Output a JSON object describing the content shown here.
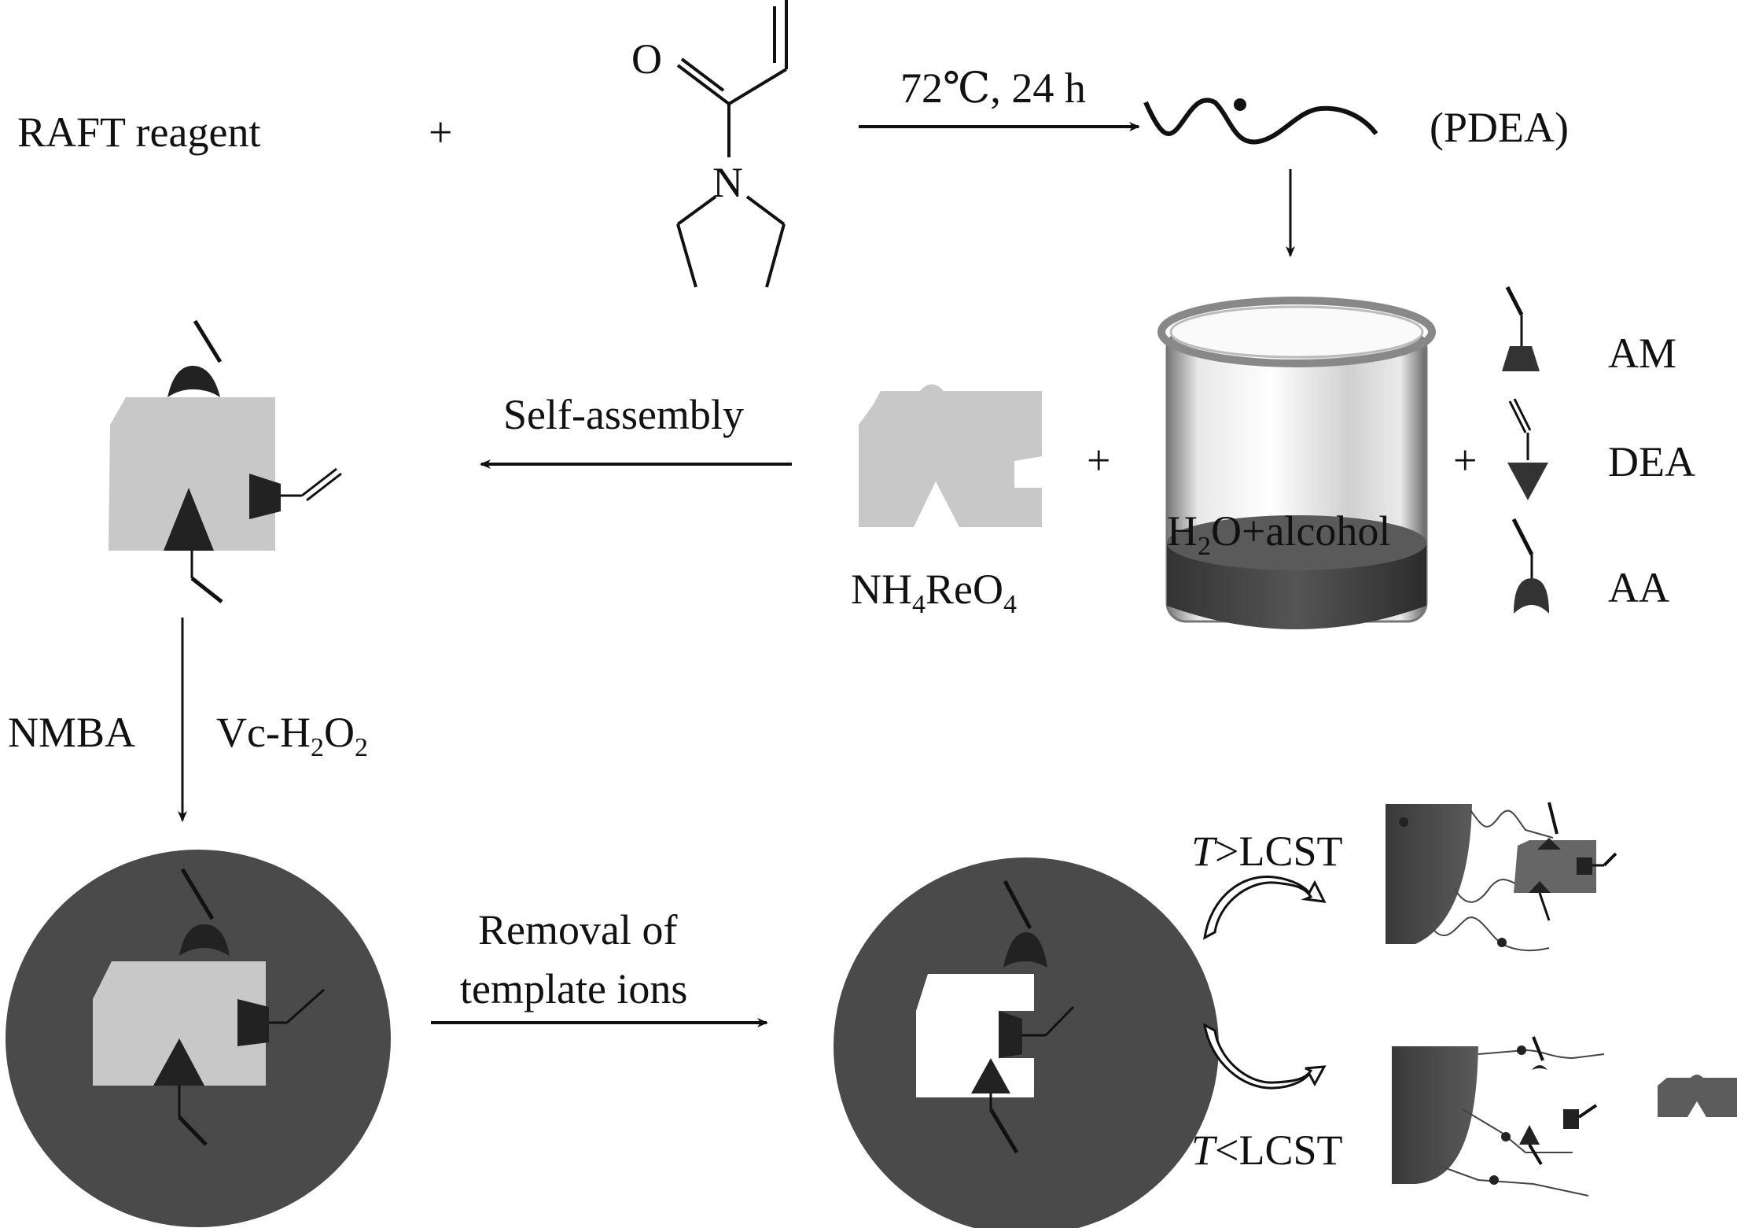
{
  "title": "Synthesis scheme of thermo-responsive ion-imprinted polymer for ReO4- recognition",
  "step1": {
    "reagent": "RAFT reagent",
    "plus": "+",
    "monomer_atoms": {
      "oxygen": "O",
      "nitrogen": "N"
    },
    "condition": "72℃, 24 h",
    "product": "(PDEA)"
  },
  "step2": {
    "template_prefix": "NH",
    "template_sub1": "4",
    "template_mid": "ReO",
    "template_sub2": "4",
    "plus1": "+",
    "solvent_prefix": "H",
    "solvent_sub": "2",
    "solvent_suffix": "O+alcohol",
    "plus2": "+",
    "monomers": [
      {
        "label": "AM",
        "shape": "trapezoid"
      },
      {
        "label": "DEA",
        "shape": "triangle-down"
      },
      {
        "label": "AA",
        "shape": "arch"
      }
    ],
    "arrow_label": "Self-assembly"
  },
  "step3": {
    "crosslinker": "NMBA",
    "initiator_prefix": "Vc-H",
    "initiator_sub1": "2",
    "initiator_mid": "O",
    "initiator_sub2": "2"
  },
  "step4": {
    "arrow_label_line1": "Removal of",
    "arrow_label_line2": "template ions"
  },
  "step5": {
    "above": {
      "italic": "T",
      "rest": ">LCST"
    },
    "below": {
      "italic": "T",
      "rest": "<LCST"
    }
  },
  "colors": {
    "ink": "#111111",
    "template_gray": "#c8c8c8",
    "particle_dark": "#4a4a4a",
    "monomer_dark": "#333333",
    "released_template": "#5c5c5c"
  }
}
